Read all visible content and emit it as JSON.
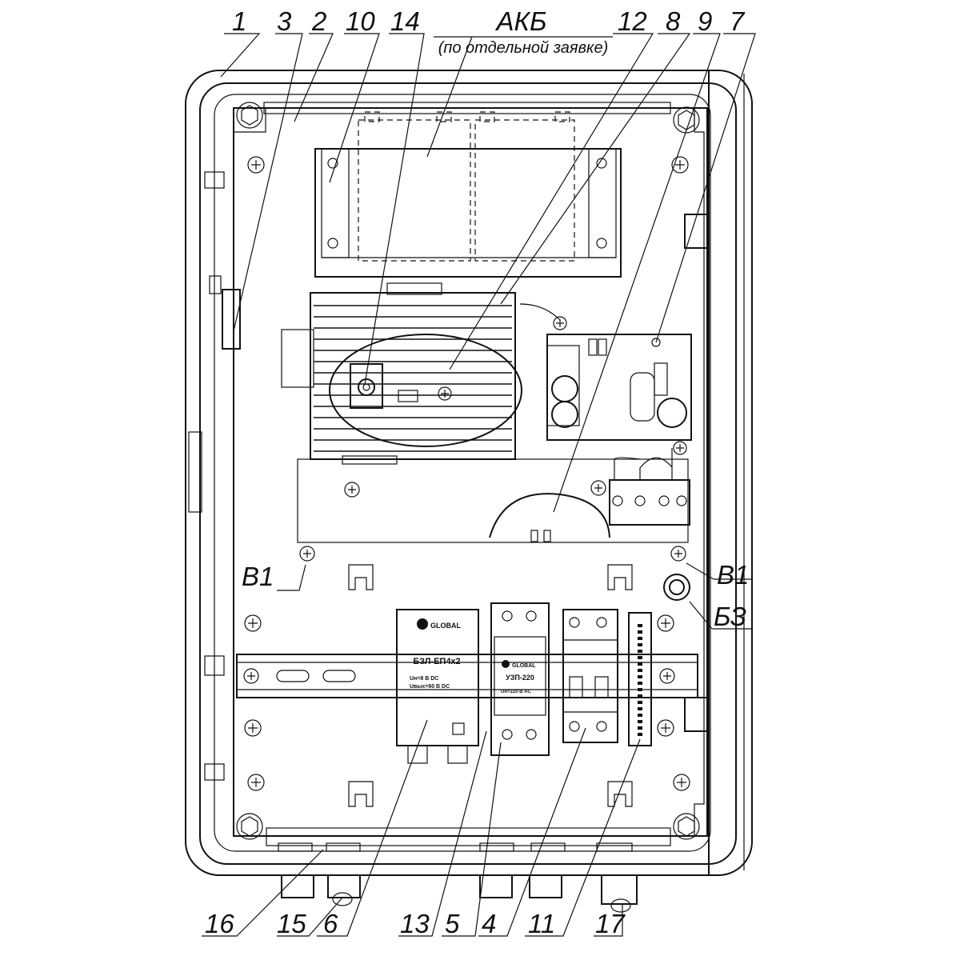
{
  "header": {
    "battery_label": "АКБ",
    "battery_note": "(по отдельной заявке)"
  },
  "callouts_top": [
    "1",
    "3",
    "2",
    "10",
    "14",
    "12",
    "8",
    "9",
    "7"
  ],
  "callouts_bottom": [
    "16",
    "15",
    "6",
    "13",
    "5",
    "4",
    "11",
    "17"
  ],
  "side_labels": {
    "b1_left": "В1",
    "b1_right": "В1",
    "b3": "БЗ"
  },
  "devices": {
    "bzl": {
      "name": "БЗЛ-ЕП4х2",
      "spec1": "Uн=8 В DC",
      "spec2": "Uвых=60 В DC"
    },
    "uzp": {
      "name": "УЗП-220",
      "spec": "Uн=220 В AC"
    }
  }
}
